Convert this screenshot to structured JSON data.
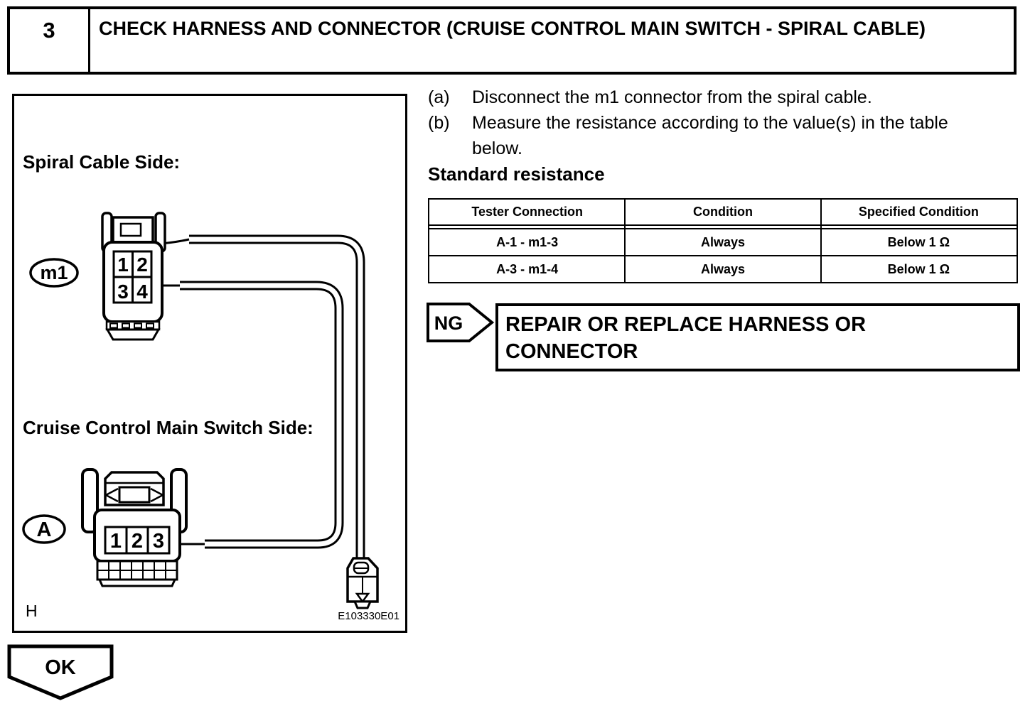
{
  "colors": {
    "ink": "#000000",
    "paper": "#ffffff"
  },
  "step": {
    "number": "3",
    "title": "CHECK HARNESS AND CONNECTOR (CRUISE CONTROL MAIN SWITCH - SPIRAL CABLE)"
  },
  "instructions": {
    "a_label": "(a)",
    "a_text": "Disconnect the m1 connector from the spiral cable.",
    "b_label": "(b)",
    "b_text": "Measure the resistance according to the value(s) in the table below.",
    "standard_heading": "Standard resistance"
  },
  "table": {
    "headers": [
      "Tester Connection",
      "Condition",
      "Specified Condition"
    ],
    "rows": [
      [
        "A-1 - m1-3",
        "Always",
        "Below 1 Ω"
      ],
      [
        "A-3 - m1-4",
        "Always",
        "Below 1 Ω"
      ]
    ]
  },
  "ng": {
    "label": "NG",
    "action": "REPAIR OR REPLACE HARNESS OR CONNECTOR"
  },
  "ok": {
    "label": "OK"
  },
  "diagram": {
    "spiral_label": "Spiral Cable Side:",
    "cruise_label": "Cruise Control Main Switch Side:",
    "m1_connector_label": "m1",
    "a_connector_label": "A",
    "m1_pins": [
      "1",
      "2",
      "3",
      "4"
    ],
    "a_pins": [
      "1",
      "2",
      "3"
    ],
    "corner_label": "H",
    "figure_id": "E103330E01"
  }
}
